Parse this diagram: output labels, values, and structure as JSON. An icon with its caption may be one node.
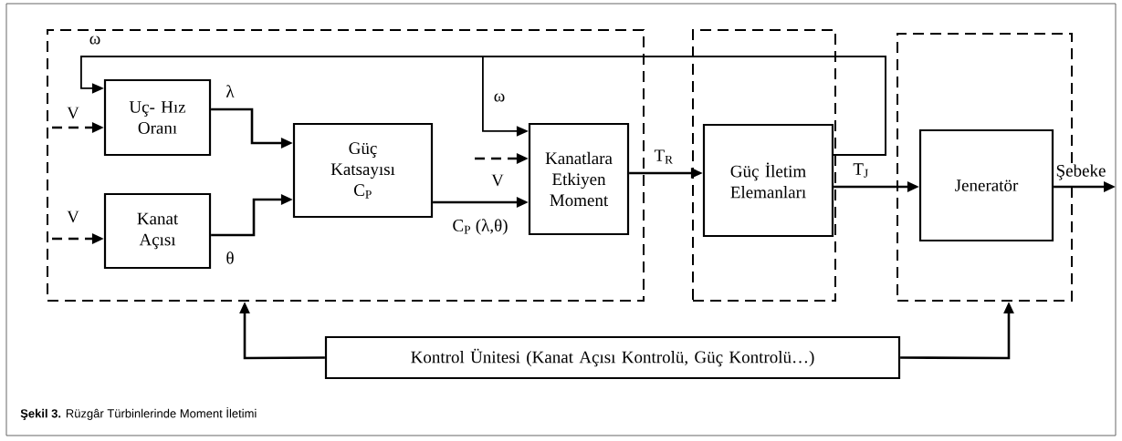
{
  "diagram": {
    "caption": "**Şekil 3.** Rüzgâr Türbinlerinde Moment İletimi",
    "nodes": [
      {
        "text": [],
        "shape": "box"
      },
      {
        "text": [
          "Uç- Hız Oranı"
        ],
        "in": 0
      },
      {
        "text": [
          "Kanat Açısı"
        ],
        "in": 0
      },
      {
        "text": [
          "Güç Katsayısı C$_{P}$"
        ],
        "in": 0
      },
      {
        "text": [
          "Kanatlara Etkiyen Moment"
        ],
        "in": 0
      },
      {
        "text": [],
        "shape": "box"
      },
      {
        "text": [
          "Güç İletim Elemanları"
        ],
        "in": 5
      },
      {
        "text": [],
        "shape": "box"
      },
      {
        "text": [
          "Jeneratör"
        ],
        "in": 7
      },
      {
        "text": [
          "Kontrol Ünitesi (Kanat Açısı Kontrolü, Güç Kontrolü…)"
        ]
      }
    ],
    "edges": [
      {
        "from": 6,
        "to": 1,
        "arrow": "to",
        "label": "ω"
      },
      {
        "from": 6,
        "to": 4,
        "arrow": "to",
        "label": "ω"
      },
      {
        "from": null,
        "to": 1,
        "arrow": "to",
        "label": "V",
        "style": "dashed"
      },
      {
        "from": null,
        "to": 2,
        "arrow": "to",
        "label": "V",
        "style": "dashed"
      },
      {
        "from": 1,
        "to": 3,
        "arrow": "to",
        "label": "λ"
      },
      {
        "from": 2,
        "to": 3,
        "arrow": "to",
        "label": "θ"
      },
      {
        "from": null,
        "to": 4,
        "arrow": "to",
        "label": "V",
        "style": "dashed"
      },
      {
        "from": 3,
        "to": 4,
        "arrow": "to",
        "label": "C$_{P}$ (λ,θ)"
      },
      {
        "from": 4,
        "to": 6,
        "arrow": "to",
        "label": "T$_{R}$"
      },
      {
        "from": 6,
        "to": 8,
        "arrow": "to",
        "label": "T$_{J}$"
      },
      {
        "from": 8,
        "to": null,
        "arrow": "to",
        "label": "Şebeke"
      },
      {
        "from": 9,
        "to": 0,
        "arrow": "to"
      },
      {
        "from": 9,
        "to": 7,
        "arrow": "to"
      }
    ]
  }
}
